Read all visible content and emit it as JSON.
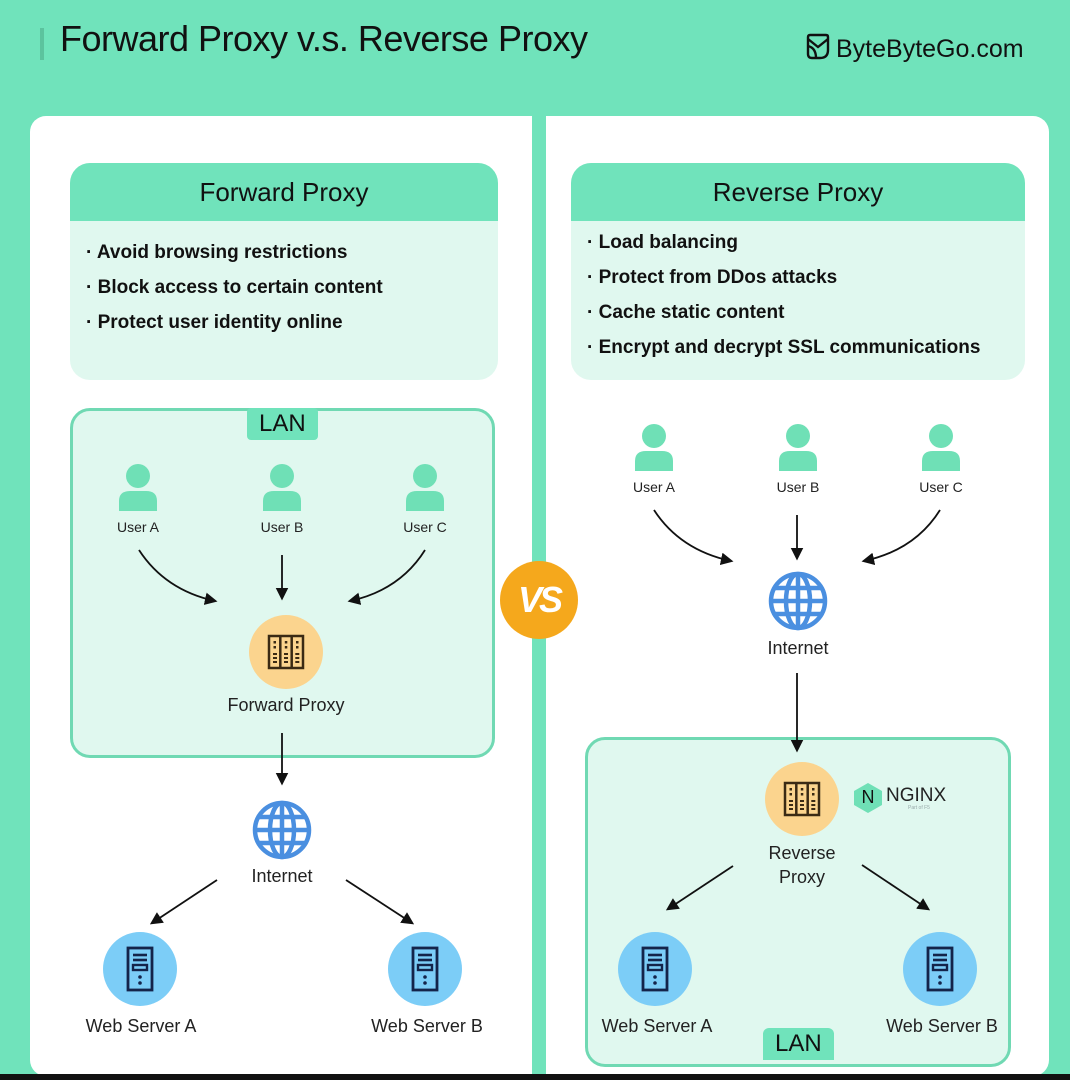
{
  "header": {
    "title": "Forward Proxy v.s. Reverse Proxy",
    "brand": "ByteByteGo.com"
  },
  "vs_badge": "VS",
  "forward": {
    "card_title": "Forward Proxy",
    "benefits": [
      "Avoid browsing restrictions",
      "Block access to certain content",
      "Protect user identity online"
    ],
    "lan_label": "LAN",
    "users": [
      "User A",
      "User B",
      "User C"
    ],
    "proxy_label": "Forward Proxy",
    "internet_label": "Internet",
    "servers": [
      "Web Server A",
      "Web Server B"
    ]
  },
  "reverse": {
    "card_title": "Reverse Proxy",
    "benefits": [
      "Load balancing",
      "Protect from DDos attacks",
      "Cache static content",
      "Encrypt and decrypt SSL communications"
    ],
    "users": [
      "User A",
      "User B",
      "User C"
    ],
    "internet_label": "Internet",
    "proxy_label_line1": "Reverse",
    "proxy_label_line2": "Proxy",
    "nginx_letter": "N",
    "nginx_label": "NGINX",
    "nginx_sub": "Part of F5",
    "servers": [
      "Web Server A",
      "Web Server B"
    ],
    "lan_label": "LAN"
  },
  "colors": {
    "background": "#70e3bb",
    "card_fill": "#e0f8ef",
    "proxy": "#fbd48e",
    "server": "#7ccdf7",
    "globe": "#4a8fe0",
    "user": "#6fe0b6",
    "vs": "#f5a81c"
  }
}
